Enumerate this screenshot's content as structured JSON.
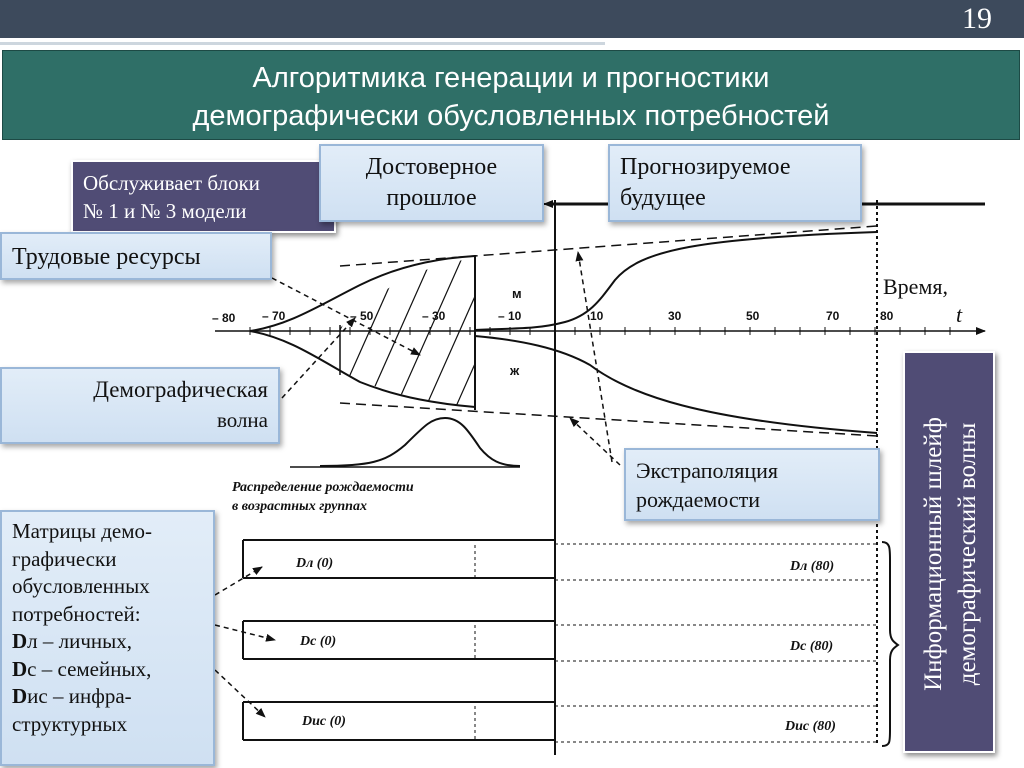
{
  "slide": {
    "number": "19",
    "title_line1": "Алгоритмика генерации и прогностики",
    "title_line2": "демографически обусловленных потребностей"
  },
  "labels": {
    "serves_line1": "Обслуживает блоки",
    "serves_line2": "№ 1 и № 3 модели",
    "labor": "Трудовые ресурсы",
    "past_line1": "Достоверное",
    "past_line2": "прошлое",
    "future_line1": "Прогнозируемое",
    "future_line2": "будущее",
    "time_word": "Время,",
    "time_var": "t",
    "wave_line1": "Демографическая",
    "wave_line2": "волна",
    "extrap_line1": "Экстраполяция",
    "extrap_line2": "рождаемости",
    "matrices": [
      "Матрицы демо-",
      "графически",
      "обусловленных",
      "потребностей:"
    ],
    "items": [
      {
        "bold": "D",
        "rest": "л – личных,"
      },
      {
        "bold": "D",
        "rest": "с – семейных,"
      },
      {
        "bold": "D",
        "rest": "ис – инфра-"
      }
    ],
    "last_line": "структурных",
    "info_line1": "Информационный  шлейф",
    "info_line2": "демографический волны"
  },
  "diagram": {
    "axis_ticks": [
      "– 80",
      "– 70",
      "– 50",
      "– 30",
      "– 10",
      "10",
      "30",
      "50",
      "70",
      "80"
    ],
    "male": "м",
    "female": "ж",
    "caption_line1": "Распределение рождаемости",
    "caption_line2": "в возрастных группах",
    "d_rows": [
      {
        "left": "Dл (0)",
        "right": "Dл (80)"
      },
      {
        "left": "Dс (0)",
        "right": "Dс (80)"
      },
      {
        "left": "Dис (0)",
        "right": "Dис (80)"
      }
    ]
  }
}
